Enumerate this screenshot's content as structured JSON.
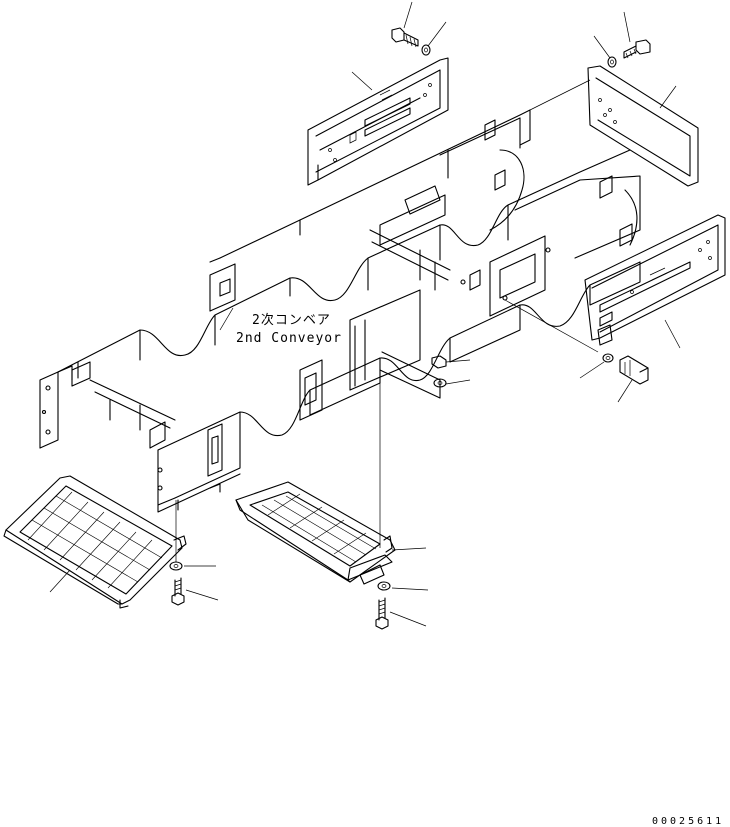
{
  "labels": {
    "conveyor_jp": "2次コンベア",
    "conveyor_en": "2nd Conveyor",
    "drawing_number": "00025611"
  }
}
